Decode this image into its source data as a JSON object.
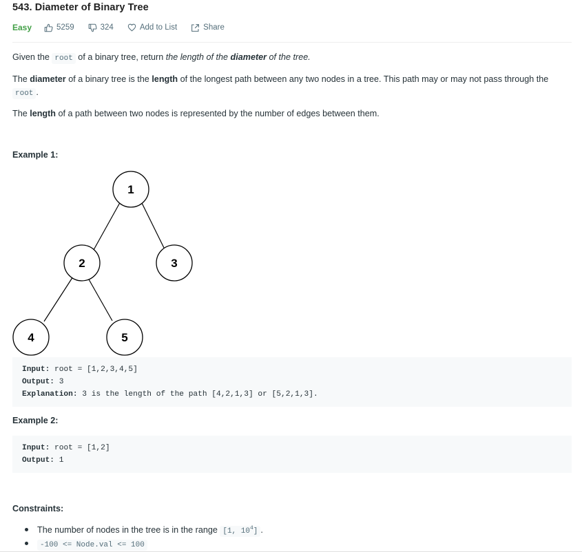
{
  "problem": {
    "title": "543. Diameter of Binary Tree",
    "difficulty": "Easy",
    "likes": "5259",
    "dislikes": "324",
    "add_to_list": "Add to List",
    "share": "Share"
  },
  "description": {
    "p1": {
      "a": "Given the ",
      "code": "root",
      "b": " of a binary tree, return ",
      "c": "the length of the ",
      "d": "diameter",
      "e": " of the tree."
    },
    "p2": {
      "a": "The ",
      "b": "diameter",
      "c": " of a binary tree is the ",
      "d": "length",
      "e": " of the longest path between any two nodes in a tree. This path may or may not pass through the ",
      "code": "root",
      "f": "."
    },
    "p3": {
      "a": "The ",
      "b": "length",
      "c": " of a path between two nodes is represented by the number of edges between them."
    }
  },
  "example1": {
    "heading": "Example 1:",
    "tree_nodes": [
      "1",
      "2",
      "3",
      "4",
      "5"
    ],
    "input_label": "Input:",
    "input_value": " root = [1,2,3,4,5]",
    "output_label": "Output:",
    "output_value": " 3",
    "explanation_label": "Explanation:",
    "explanation_value": " 3 is the length of the path [4,2,1,3] or [5,2,1,3]."
  },
  "example2": {
    "heading": "Example 2:",
    "input_label": "Input:",
    "input_value": " root = [1,2]",
    "output_label": "Output:",
    "output_value": " 1"
  },
  "constraints": {
    "heading": "Constraints:",
    "c1": {
      "text": "The number of nodes in the tree is in the range ",
      "code_a": "[1, 10",
      "sup": "4",
      "code_b": "]",
      "end": "."
    },
    "c2": {
      "code": "-100 <= Node.val <= 100"
    }
  },
  "colors": {
    "easy": "#43a047",
    "text": "#263238",
    "muted": "#546e7a",
    "code_bg": "#f7f9fa"
  }
}
